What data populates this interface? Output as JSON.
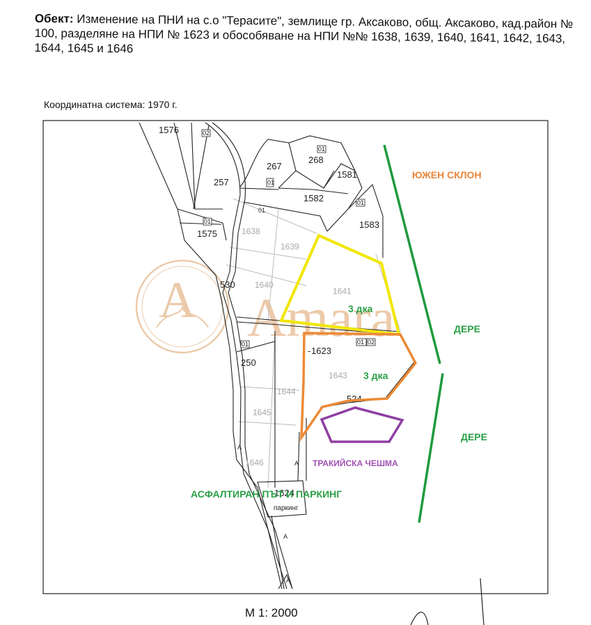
{
  "header": {
    "object_label": "Обект:",
    "object_text": "Изменение на ПНИ на с.о \"Терасите\", землище гр. Аксаково, общ. Аксаково, кад.район № 100, разделяне на НПИ № 1623 и обособяване на НПИ №№ 1638, 1639, 1640, 1641, 1642, 1643, 1644, 1645 и 1646"
  },
  "coordinate_system": "Координатна система: 1970 г.",
  "scale": "М 1: 2000",
  "watermark": "Amara",
  "plots": {
    "p1576": "1576",
    "p257": "257",
    "p1575": "1575",
    "p267": "267",
    "p268": "268",
    "p1581": "1581",
    "p1582": "1582",
    "p1583": "1583",
    "p1638": "1638",
    "p1639": "1639",
    "p530": "530",
    "p1640": "1640",
    "p1641": "1641",
    "p1623": "1623",
    "p250": "250",
    "p1643": "1643",
    "p1644": "1644",
    "p524": "524",
    "p1645": "1645",
    "p1646": "1646",
    "p1624": "1624",
    "parking": "паркинг"
  },
  "tags": {
    "t02a": "02",
    "t01a": "01",
    "t01b": "01",
    "t01c": "01",
    "t01d": "01",
    "t01e": "01",
    "t01f": "01",
    "t02b": "02",
    "tA1": "A",
    "tA2": "A",
    "tA3": "A",
    "tA4": "A"
  },
  "annotations": {
    "south_slope": "ЮЖЕН СКЛОН",
    "area1": "3 дка",
    "area2": "3 дка",
    "dere1": "ДЕРЕ",
    "dere2": "ДЕРЕ",
    "thracian_fountain": "ТРАКИЙСКА ЧЕШМА",
    "asphalt_parking": "АСФАЛТИРАН ПЪТ И ПАРКИНГ"
  },
  "colors": {
    "yellow": "#f2e600",
    "orange": "#ec8a36",
    "purple": "#8e3fa3",
    "green": "#1e9a3e",
    "annot_orange": "#e8863a",
    "annot_green": "#2aa046",
    "annot_purple": "#a052b0",
    "watermark": "#e6b98e"
  }
}
